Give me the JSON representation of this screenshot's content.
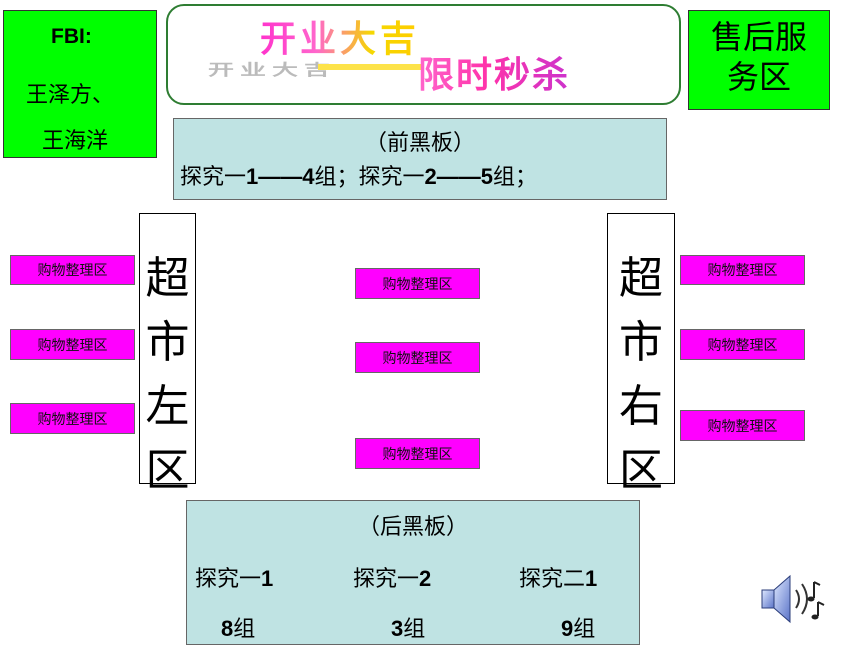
{
  "fbi": {
    "title": "FBI:",
    "line1": "王泽方、",
    "line2": "王海洋"
  },
  "banner": {
    "line1": "开业大吉",
    "line2": "限时秒杀",
    "shadow_text": "开业大吉"
  },
  "service": {
    "line1": "售后服",
    "line2": "务区"
  },
  "front_board": {
    "title": "（前黑板）",
    "seg1": "探究一",
    "seg1_num": "1——4",
    "seg1_tail": "组；",
    "seg2": "探究一",
    "seg2_num": "2——5",
    "seg2_tail": "组；"
  },
  "left_zone": {
    "chars": [
      "超",
      "市",
      "左",
      "区"
    ]
  },
  "right_zone": {
    "chars": [
      "超",
      "市",
      "右",
      "区"
    ]
  },
  "areas": {
    "left": [
      "购物整理区",
      "购物整理区",
      "购物整理区"
    ],
    "center": [
      "购物整理区",
      "购物整理区",
      "购物整理区"
    ],
    "right": [
      "购物整理区",
      "购物整理区",
      "购物整理区"
    ]
  },
  "back_board": {
    "title": "（后黑板）",
    "cols": [
      {
        "label": "探究一",
        "num": "1",
        "group_num": "8",
        "group_suffix": "组"
      },
      {
        "label": "探究一",
        "num": "2",
        "group_num": "3",
        "group_suffix": "组"
      },
      {
        "label": "探究二",
        "num": "1",
        "group_num": "9",
        "group_suffix": "组"
      }
    ]
  },
  "icons": {
    "speaker": "speaker-icon"
  },
  "colors": {
    "green": "#00ff00",
    "magenta": "#ff00ff",
    "board": "#bfe3e3",
    "banner_border": "#2e7d32"
  }
}
